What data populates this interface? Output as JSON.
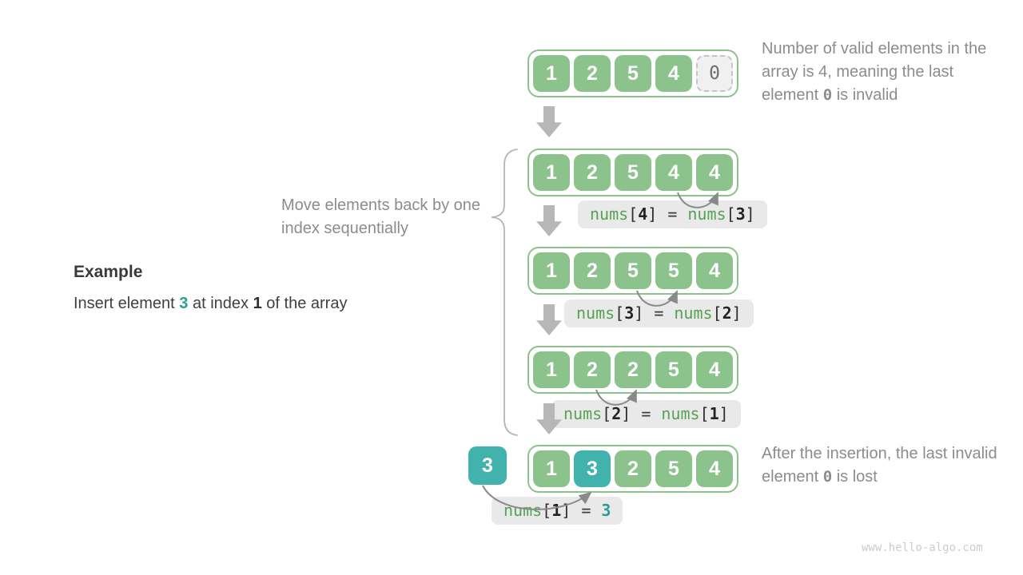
{
  "example": {
    "heading": "Example",
    "line": {
      "part1": "Insert element ",
      "value": "3",
      "part2": " at index ",
      "index": "1",
      "part3": " of the array"
    }
  },
  "annotations": {
    "top_note": {
      "part1": "Number of valid elements in the array is 4, meaning the last element ",
      "code": "0",
      "part2": " is invalid"
    },
    "move_note": "Move elements back by one index sequentially",
    "bottom_note": {
      "part1": "After the insertion, the last invalid element ",
      "code": "0",
      "part2": " is lost"
    }
  },
  "arrays": {
    "row1": {
      "cells": [
        "1",
        "2",
        "5",
        "4"
      ],
      "invalid_cell": "0"
    },
    "row2": {
      "cells": [
        "1",
        "2",
        "5",
        "4",
        "4"
      ]
    },
    "row3": {
      "cells": [
        "1",
        "2",
        "5",
        "5",
        "4"
      ]
    },
    "row4": {
      "cells": [
        "1",
        "2",
        "2",
        "5",
        "4"
      ]
    },
    "row5": {
      "cells": [
        "1",
        "3",
        "2",
        "5",
        "4"
      ],
      "inserted_value": "3"
    }
  },
  "labels": {
    "syntax": {
      "open": "[",
      "close": "]",
      "equals": "="
    },
    "step1": {
      "lhs_fn": "nums",
      "lhs_idx": "4",
      "rhs_fn": "nums",
      "rhs_idx": "3"
    },
    "step2": {
      "lhs_fn": "nums",
      "lhs_idx": "3",
      "rhs_fn": "nums",
      "rhs_idx": "2"
    },
    "step3": {
      "lhs_fn": "nums",
      "lhs_idx": "2",
      "rhs_fn": "nums",
      "rhs_idx": "1"
    },
    "step4": {
      "lhs_fn": "nums",
      "lhs_idx": "1",
      "rhs_value": "3"
    }
  },
  "watermark": "www.hello-algo.com",
  "colors": {
    "cell_green": "#8cc28c",
    "cell_teal": "#42b3ac",
    "label_bg": "#e9e9e9",
    "code_green": "#55a255",
    "note_gray": "#8c8c8c",
    "dark_text": "#3a3a3a",
    "block_arrow_gray": "#b7b7b7",
    "curve_arrow_gray": "#8a8a8a"
  }
}
